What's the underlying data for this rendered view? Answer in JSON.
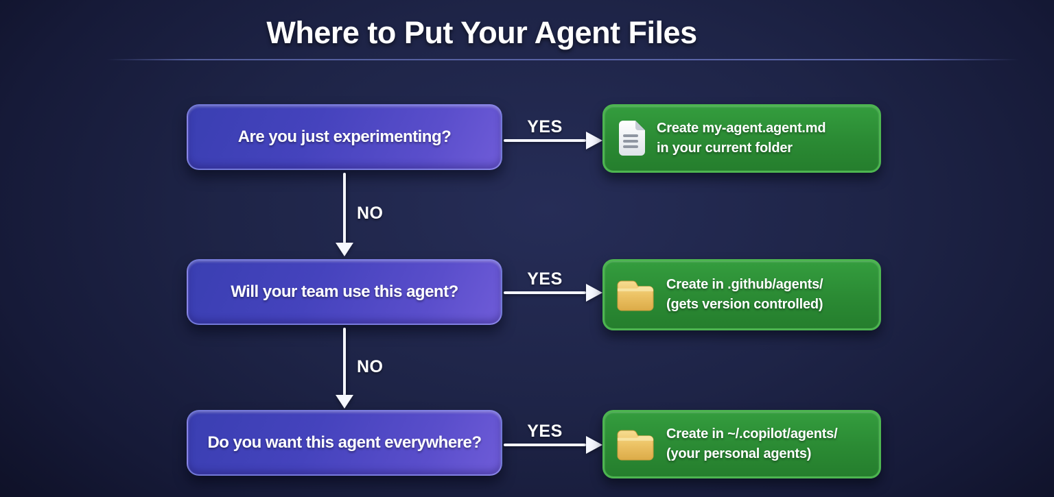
{
  "title": "Where to Put Your Agent Files",
  "colors": {
    "background_center": "#262d57",
    "background_edge": "#090a1a",
    "question_box_start": "#3a3fb2",
    "question_box_end": "#6f5cd8",
    "result_box": "#2b8b34",
    "result_box_border": "#4db550",
    "arrow": "#f6f8ff",
    "text": "#ffffff",
    "folder_icon": "#edc467",
    "document_icon": "#ffffff"
  },
  "flow": {
    "rows": [
      {
        "question": "Are you just experimenting?",
        "yes_label": "YES",
        "no_label": "NO",
        "result": {
          "icon": "document-icon",
          "line1": "Create my-agent.agent.md",
          "line2": "in your current folder"
        }
      },
      {
        "question": "Will your team use this agent?",
        "yes_label": "YES",
        "no_label": "NO",
        "result": {
          "icon": "folder-icon",
          "line1": "Create in .github/agents/",
          "line2": "(gets version controlled)"
        }
      },
      {
        "question": "Do you want this agent everywhere?",
        "yes_label": "YES",
        "result": {
          "icon": "folder-icon",
          "line1": "Create in ~/.copilot/agents/",
          "line2": "(your personal agents)"
        }
      }
    ]
  }
}
